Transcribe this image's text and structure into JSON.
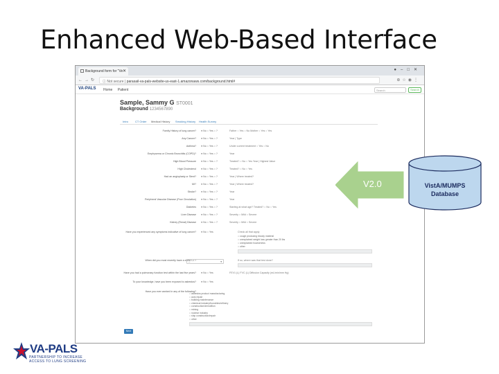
{
  "slide": {
    "title": "Enhanced Web-Based Interface"
  },
  "browser": {
    "tab_title": "Background form for \"Ve",
    "address_secure": "Not secure",
    "address_url": "parasail-va-pals-website-us-east-1.amazonaws.com/background.html#"
  },
  "app": {
    "brand": "VA-PALS",
    "nav": [
      "Home",
      "Patient"
    ],
    "search_placeholder": "Search",
    "search_button": "Search",
    "patient_name": "Sample, Sammy G",
    "patient_id": "ST0001",
    "form_title": "Background",
    "form_id": "1234567890",
    "tabs": [
      "Intro",
      "CT Order",
      "Medical History",
      "Smoking History",
      "Health Survey"
    ],
    "questions": [
      {
        "label": "Family History of lung cancer?",
        "opts": "● No  ○ Yes  ○ ?",
        "sub": "Father  ○ Yes  ○ No     Mother  ○ Yes  ○ Yes"
      },
      {
        "label": "Any Cancer?",
        "opts": "● No  ○ Yes  ○ ?",
        "sub": "Year  |  Type"
      },
      {
        "label": "Asthma?",
        "opts": "● No  ○ Yes  ○ ?",
        "sub": "Under current treatment  ○ Yes  ○ No"
      },
      {
        "label": "Emphysema or Chronic Bronchitis (COPD)?",
        "opts": "● No  ○ Yes  ○ ?",
        "sub": "Year"
      },
      {
        "label": "High Blood Pressure",
        "opts": "● No  ○ Yes  ○ ?",
        "sub": "Treated?  ○ No  ○ Yes   Year  |  Highest Value"
      },
      {
        "label": "High Cholesterol",
        "opts": "● No  ○ Yes  ○ ?",
        "sub": "Treated?  ○ No  ○ Yes"
      },
      {
        "label": "Had an angioplasty or Stent?",
        "opts": "● No  ○ Yes  ○ ?",
        "sub": "Year  |  Where treated?"
      },
      {
        "label": "MI?",
        "opts": "● No  ○ Yes  ○ ?",
        "sub": "Year  |  Where treated?"
      },
      {
        "label": "Stroke?",
        "opts": "● No  ○ Yes  ○ ?",
        "sub": "Year"
      },
      {
        "label": "Peripheral Vascular Disease (Poor Circulation)",
        "opts": "● No  ○ Yes  ○ ?",
        "sub": "Year"
      },
      {
        "label": "Diabetes",
        "opts": "● No  ○ Yes  ○ ?",
        "sub": "Starting at what age?   Treated?  ○ No  ○ Yes"
      },
      {
        "label": "Liver Disease",
        "opts": "● No  ○ Yes  ○ ?",
        "sub": "Severity  ○ Mild  ○ Severe"
      },
      {
        "label": "Kidney (Renal) Disease",
        "opts": "● No  ○ Yes  ○ ?",
        "sub": "Severity  ○ Mild  ○ Severe"
      }
    ],
    "symptoms_label": "Have you experienced any symptoms indicative of lung cancer?",
    "symptoms_opts": "● No  ○ Yes",
    "symptoms_list_title": "Check all that apply",
    "symptoms_list": [
      "cough producing bloody material",
      "unexplained weight loss greater than 20 lbs",
      "unexplained hoarseness",
      "other"
    ],
    "last_ct_label": "When did you most recently have a chest CT?",
    "last_ct_value": "-- ",
    "where_ct_label": "If so, where was that test done?",
    "pft_label": "Have you had a pulmonary function test within the last five years?",
    "pft_opts": "● No  ○ Yes",
    "pft_sub": "FEV1 (L)      FVC (L)      Diffusion Capacity (mL/min/mm Hg)",
    "asbestos_label": "To your knowledge, have you been exposed to asbestos?",
    "asbestos_opts": "● No  ○ Yes",
    "work_label": "Have you ever worked in any of the following?",
    "work_list": [
      "asbestos product manufacturing",
      "auto repair",
      "building maintenance",
      "chemical industry/foundries/refinery",
      "construction/demolition",
      "mining",
      "nuclear industry",
      "ship construction/repair",
      "other"
    ],
    "submit": "Next"
  },
  "arrow_label": "V2.0",
  "database": {
    "line1": "VistA/MUMPS",
    "line2": "Database"
  },
  "logo": {
    "name": "VA-PALS",
    "tagline1": "PARTNERSHIP TO INCREASE",
    "tagline2": "ACCESS TO LUNG SCREENING"
  },
  "colors": {
    "arrow": "#a9d18e",
    "database": "#bdd7ee",
    "database_stroke": "#1b2b5e",
    "brand_blue": "#1f3c84",
    "brand_red": "#c8102e"
  }
}
